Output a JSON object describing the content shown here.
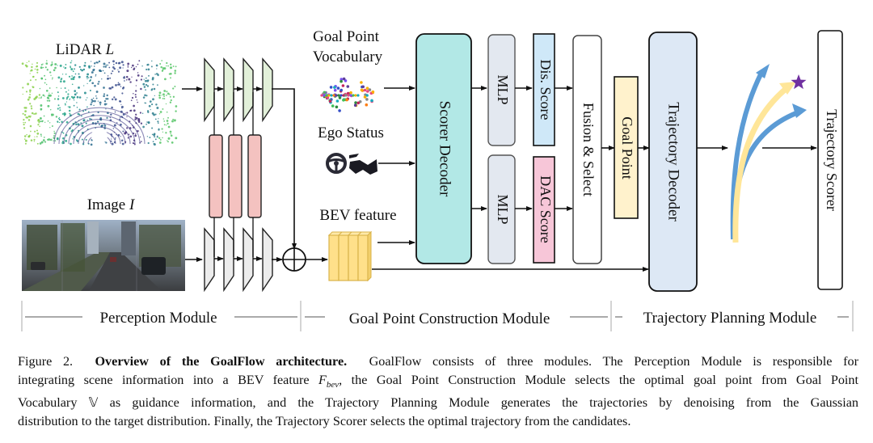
{
  "diagram": {
    "inputs": {
      "lidar_label": "LiDAR",
      "lidar_symbol": "L",
      "image_label": "Image",
      "image_symbol": "I",
      "goal_vocab_label_line1": "Goal Point",
      "goal_vocab_label_line2": "Vocabulary",
      "ego_status_label": "Ego Status",
      "bev_feature_label": "BEV feature"
    },
    "blocks": {
      "scorer_decoder": "Scorer Decoder",
      "mlp_top": "MLP",
      "mlp_bottom": "MLP",
      "dis_score": "Dis. Score",
      "dac_score": "DAC Score",
      "fusion_select": "Fusion & Select",
      "goal_point": "Goal Point",
      "trajectory_decoder": "Trajectory Decoder",
      "trajectory_scorer": "Trajectory Scorer"
    },
    "modules": [
      {
        "label": "Perception Module"
      },
      {
        "label": "Goal Point Construction Module"
      },
      {
        "label": "Trajectory Planning Module"
      }
    ],
    "colors": {
      "lidar_encoder": "#e2f0d9",
      "image_encoder": "#ececec",
      "fusion_block": "#f4c2c0",
      "scorer_decoder": "#b2e8e6",
      "mlp": "#e3e8f0",
      "dis_score": "#cfe8f8",
      "dac_score": "#f7c6d8",
      "goal_point": "#fff2cc",
      "trajectory_decoder": "#dde8f5",
      "bev_feature": "#ffe08a",
      "trajectory_blue": "#5b9bd5",
      "trajectory_yellow": "#ffe699",
      "goal_star": "#7030a0"
    }
  },
  "caption": {
    "figure_label": "Figure 2.",
    "title": "Overview of the GoalFlow architecture.",
    "line1_rest": "GoalFlow consists of three modules. The Perception Module is responsible for",
    "line2_a": "integrating scene information into a BEV feature",
    "line2_math": "F",
    "line2_math_sub": "bev",
    "line2_b": ", the Goal Point Construction Module selects the optimal goal point from Goal Point",
    "line3_a": "Vocabulary",
    "line3_math": "𝕍",
    "line3_b": "as guidance information, and the Trajectory Planning Module generates the trajectories by denoising from the Gaussian",
    "line4": "distribution to the target distribution. Finally, the Trajectory Scorer selects the optimal trajectory from the candidates."
  }
}
